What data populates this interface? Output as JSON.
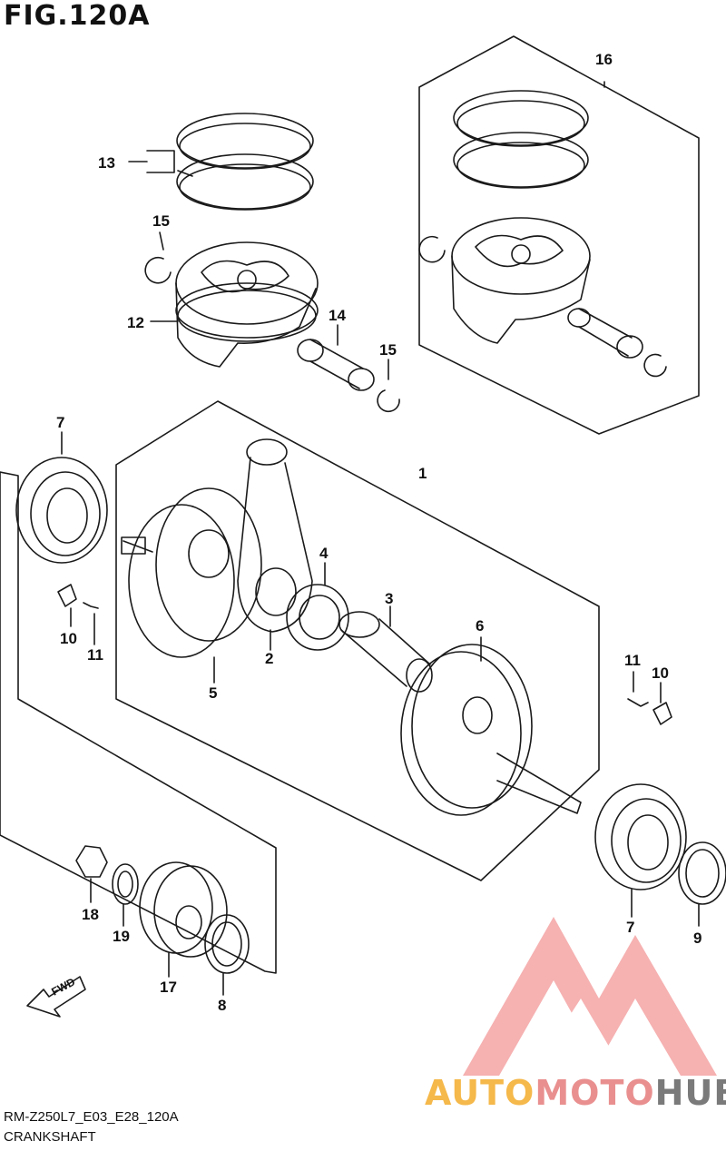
{
  "figure": {
    "title": "FIG.120A",
    "model_code": "RM-Z250L7_E03_E28_120A",
    "section_name": "CRANKSHAFT"
  },
  "direction_arrow": {
    "label": "FWD"
  },
  "watermark": {
    "part1": "AUTO",
    "part2": "MOTO",
    "part3": "HUB"
  },
  "callouts": {
    "c1": "1",
    "c2": "2",
    "c3": "3",
    "c4": "4",
    "c5": "5",
    "c6": "6",
    "c7a": "7",
    "c7b": "7",
    "c8": "8",
    "c9": "9",
    "c10a": "10",
    "c10b": "10",
    "c11a": "11",
    "c11b": "11",
    "c12": "12",
    "c13": "13",
    "c14": "14",
    "c15a": "15",
    "c15b": "15",
    "c16": "16",
    "c17": "17",
    "c18": "18",
    "c19": "19"
  },
  "colors": {
    "line": "#1a1a1a",
    "watermark_red": "#e98f8f",
    "watermark_orange": "#f5b84a",
    "watermark_gray": "#7a7a7a"
  }
}
